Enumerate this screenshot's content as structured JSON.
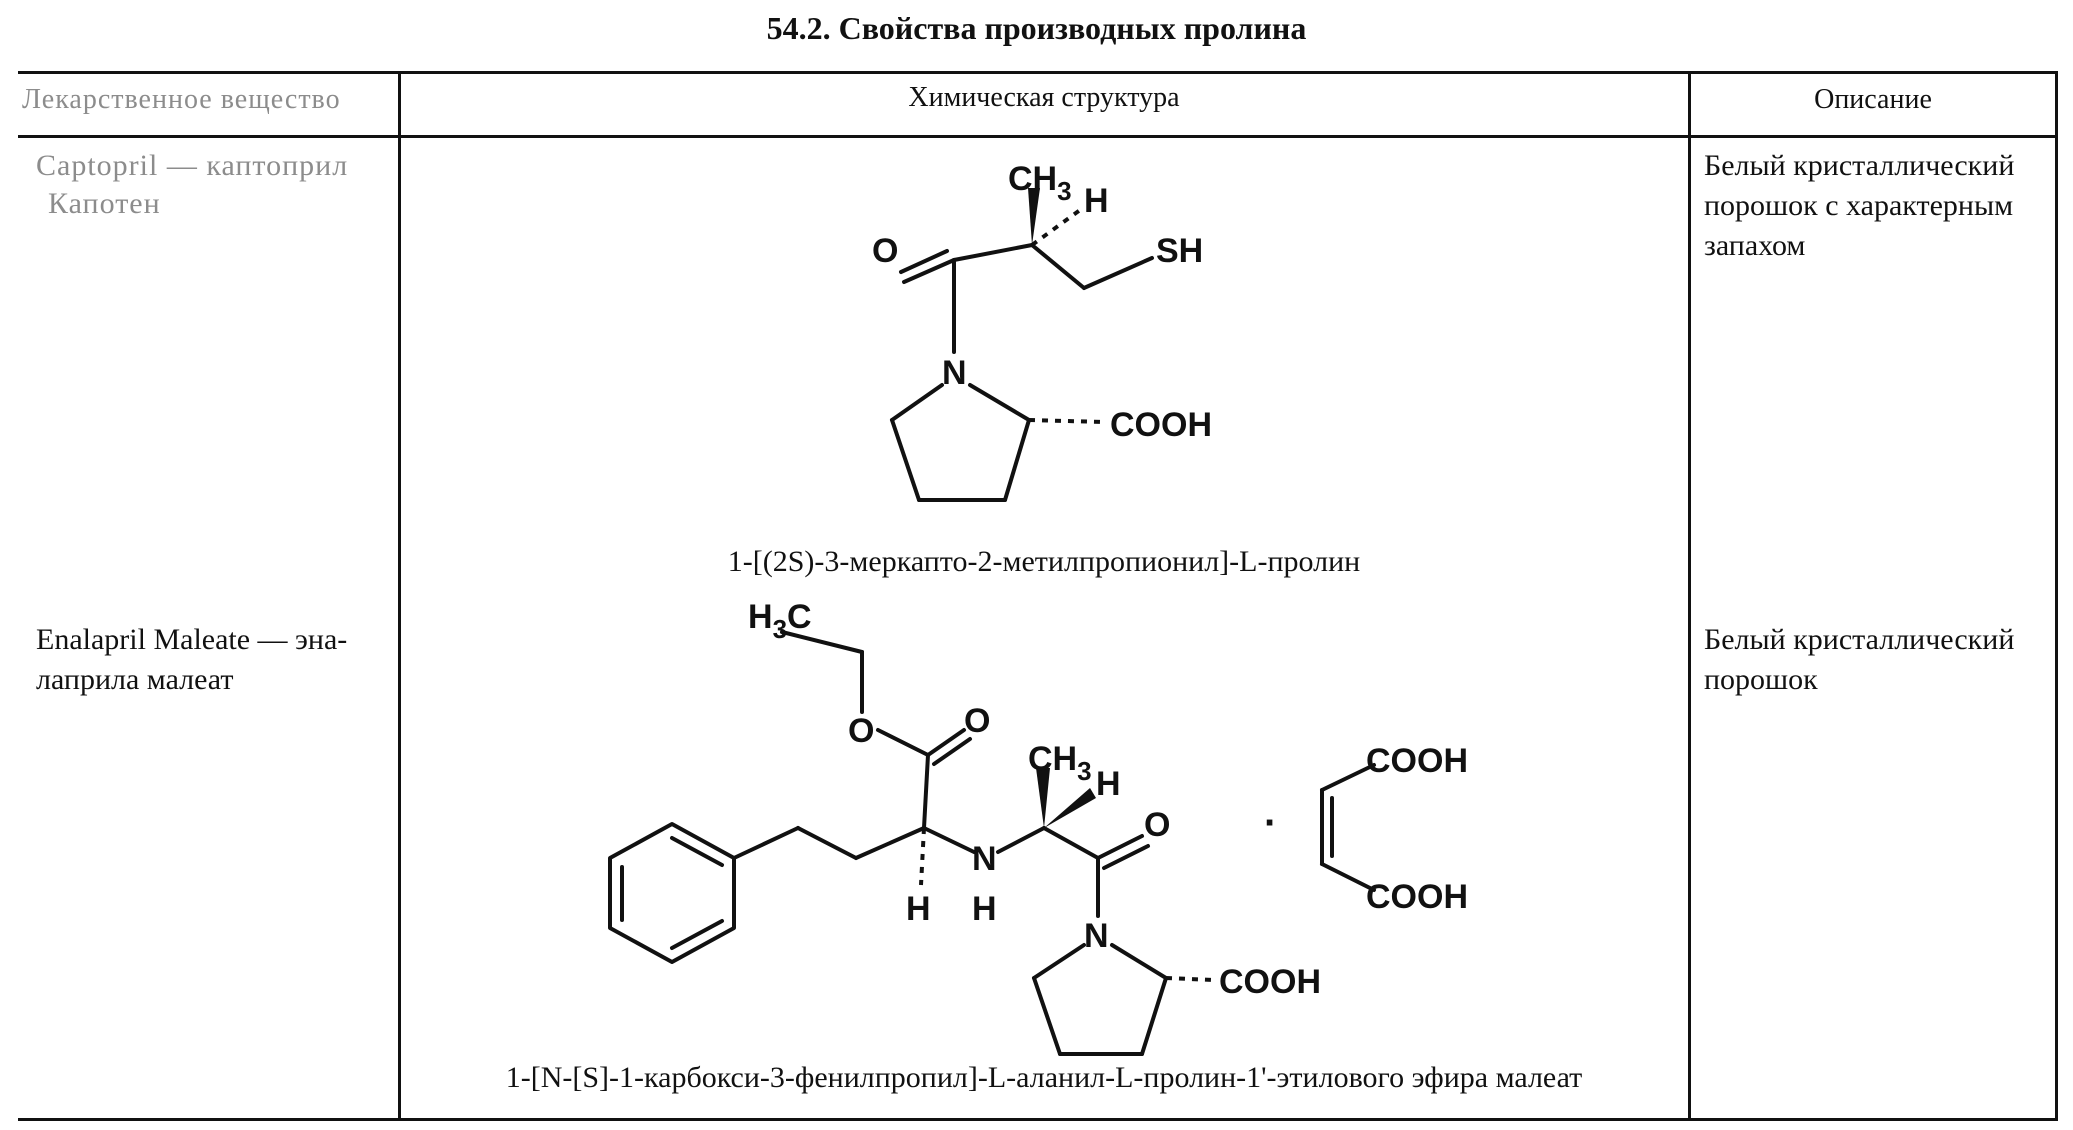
{
  "title": "54.2. Свойства производных пролина",
  "table": {
    "headers": {
      "substance": "Лекарственное вещество",
      "structure": "Химическая структура",
      "description": "Описание"
    },
    "rows": [
      {
        "substance_line1": "Captopril — каптоприл",
        "substance_line2": "Капотен",
        "description_line1": "Белый кристаллический",
        "description_line2": "порошок с характерным",
        "description_line3": "запахом",
        "caption": "1-[(2S)-3-меркапто-2-метилпропионил]-L-пролин",
        "atoms": {
          "ch3": "CH",
          "ch3_sub": "3",
          "h": "H",
          "o": "O",
          "sh": "SH",
          "n": "N",
          "cooh": "COOH"
        }
      },
      {
        "substance_line1": "Enalapril Maleate — эна-",
        "substance_line2": "лаприла малеат",
        "description_line1": "Белый кристаллический",
        "description_line2": "порошок",
        "caption": "1-[N-[S]-1-карбокси-3-фенилпропил]-L-аланил-L-пролин-1'-этилового эфира малеат",
        "atoms": {
          "h3c_h": "H",
          "h3c_sub": "3",
          "h3c_c": "C",
          "o_ester": "O",
          "o_carbonyl": "O",
          "ch3": "CH",
          "ch3_sub": "3",
          "h_alpha": "H",
          "o_amide": "O",
          "n_amine": "N",
          "h_under_c": "H",
          "h_under_n": "H",
          "n_ring": "N",
          "cooh_ring": "COOH",
          "dot": "·",
          "cooh_top": "COOH",
          "cooh_bottom": "COOH"
        }
      }
    ]
  }
}
